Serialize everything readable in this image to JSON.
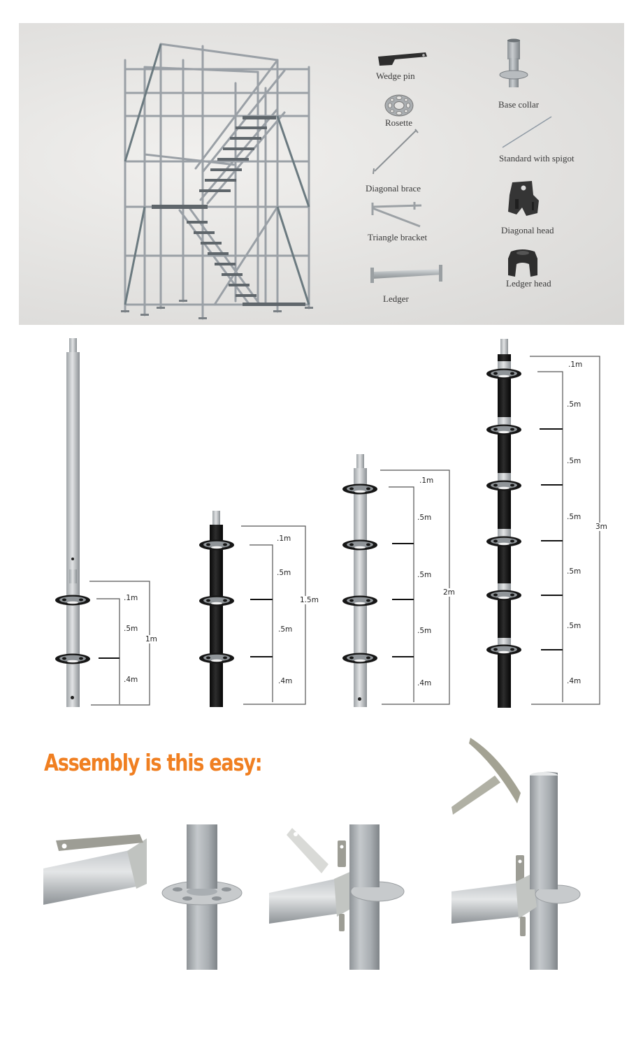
{
  "product_panel": {
    "illustration": "ringlock stair tower scaffolding",
    "parts": [
      {
        "name": "Wedge pin",
        "icon": "wedge-pin-icon"
      },
      {
        "name": "Base collar",
        "icon": "base-collar-icon"
      },
      {
        "name": "Rosette",
        "icon": "rosette-icon"
      },
      {
        "name": "Standard with spigot",
        "icon": "standard-spigot-icon"
      },
      {
        "name": "Diagonal brace",
        "icon": "diagonal-brace-icon"
      },
      {
        "name": "Triangle bracket",
        "icon": "triangle-bracket-icon"
      },
      {
        "name": "Diagonal head",
        "icon": "diagonal-head-icon"
      },
      {
        "name": "Ledger",
        "icon": "ledger-icon"
      },
      {
        "name": "Ledger head",
        "icon": "ledger-head-icon"
      }
    ],
    "colors": {
      "panel_bg": "#e3e2e0",
      "label": "#3a3a3a"
    }
  },
  "standards": [
    {
      "total": "1m",
      "finish": "galvanized",
      "segments": [
        ".1m",
        ".5m",
        ".4m"
      ]
    },
    {
      "total": "1.5m",
      "finish": "painted black",
      "segments": [
        ".1m",
        ".5m",
        ".5m",
        ".4m"
      ]
    },
    {
      "total": "2m",
      "finish": "galvanized",
      "segments": [
        ".1m",
        ".5m",
        ".5m",
        ".5m",
        ".4m"
      ]
    },
    {
      "total": "3m",
      "finish": "painted black",
      "segments": [
        ".1m",
        ".5m",
        ".5m",
        ".5m",
        ".5m",
        ".5m",
        ".4m"
      ]
    }
  ],
  "assembly": {
    "title": "Assembly is this easy:",
    "title_color": "#f07f21",
    "steps": [
      {
        "step": 1,
        "description": "ledger head and standard with rosette"
      },
      {
        "step": 2,
        "description": "ledger head slid onto rosette with wedge pin raised"
      },
      {
        "step": 3,
        "description": "wedge pin hammered down to lock"
      }
    ]
  }
}
